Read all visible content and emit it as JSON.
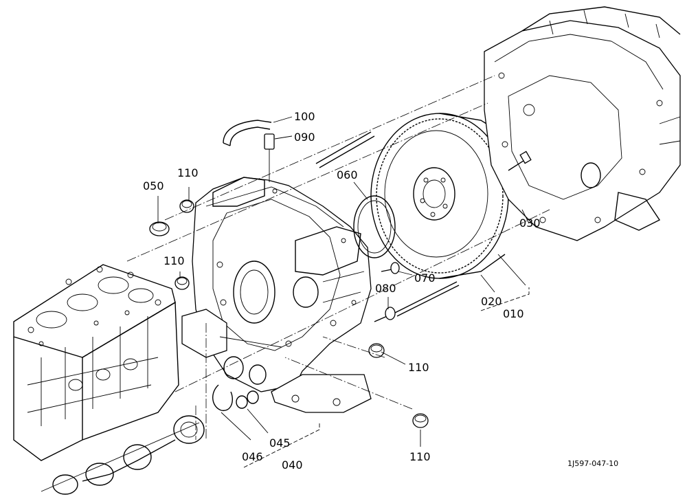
{
  "callouts": [
    {
      "id": "c100",
      "label": "100"
    },
    {
      "id": "c090",
      "label": "090"
    },
    {
      "id": "c110a",
      "label": "110"
    },
    {
      "id": "c050",
      "label": "050"
    },
    {
      "id": "c060",
      "label": "060"
    },
    {
      "id": "c030",
      "label": "030"
    },
    {
      "id": "c110b",
      "label": "110"
    },
    {
      "id": "c070",
      "label": "070"
    },
    {
      "id": "c080",
      "label": "080"
    },
    {
      "id": "c020",
      "label": "020"
    },
    {
      "id": "c010",
      "label": "010"
    },
    {
      "id": "c110c",
      "label": "110"
    },
    {
      "id": "c045",
      "label": "045"
    },
    {
      "id": "c046",
      "label": "046"
    },
    {
      "id": "c040",
      "label": "040"
    },
    {
      "id": "c110d",
      "label": "110"
    }
  ],
  "drawing_code": "1J597-047-10",
  "colors": {
    "line": "#000000",
    "background": "#ffffff"
  }
}
